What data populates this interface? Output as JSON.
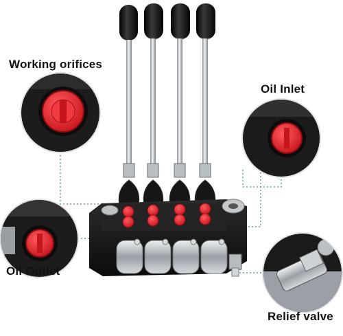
{
  "labels": {
    "working_orifices": "Working orifices",
    "oil_inlet": "Oil Inlet",
    "oil_outlet": "Oil Outlet",
    "relief_valve": "Relief valve"
  },
  "colors": {
    "valve_body": "#1a1a1a",
    "port_plug": "#e8242b",
    "lever_rod": "#c9ccd0",
    "knob": "#111111",
    "callout_ring": "#dfe2e6",
    "leader_line": "#3d8f8a"
  },
  "lever_count": 4,
  "spool_count": 4
}
